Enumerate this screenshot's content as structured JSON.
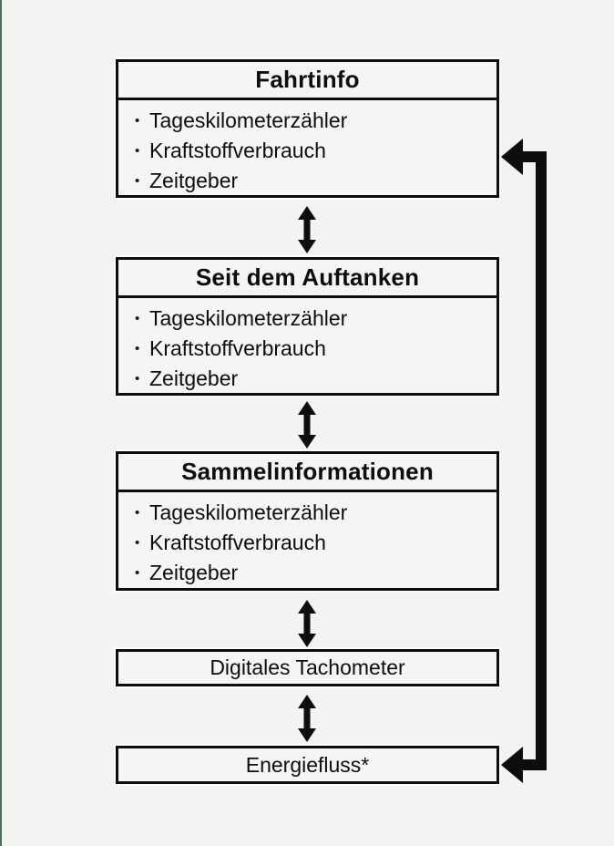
{
  "diagram": {
    "description": "Menu cycle diagram of on-board trip computer screens",
    "bullet_char": "•",
    "colors": {
      "page_background": "#f2f4f2",
      "box_fill": "#f4f5f4",
      "line_black": "#0d0d0d",
      "page_edge_green": "#4e6e58"
    },
    "boxes": [
      {
        "id": "fahrtinfo",
        "title": "Fahrtinfo",
        "items": [
          "Tageskilometerzähler",
          "Kraftstoffverbrauch",
          "Zeitgeber"
        ]
      },
      {
        "id": "seit-dem-auftanken",
        "title": "Seit dem Auftanken",
        "items": [
          "Tageskilometerzähler",
          "Kraftstoffverbrauch",
          "Zeitgeber"
        ]
      },
      {
        "id": "sammelinformationen",
        "title": "Sammelinformationen",
        "items": [
          "Tageskilometerzähler",
          "Kraftstoffverbrauch",
          "Zeitgeber"
        ]
      },
      {
        "id": "digitales-tachometer",
        "title": "Digitales Tachometer",
        "items": []
      },
      {
        "id": "energiefluss",
        "title": "Energiefluss*",
        "items": []
      }
    ],
    "connectors": {
      "between_boxes": "vertical double-headed arrows between each adjacent box",
      "loop": "thick line on right side from Energiefluss* box up to Fahrtinfo box, left-pointing arrowheads into both boxes"
    }
  }
}
